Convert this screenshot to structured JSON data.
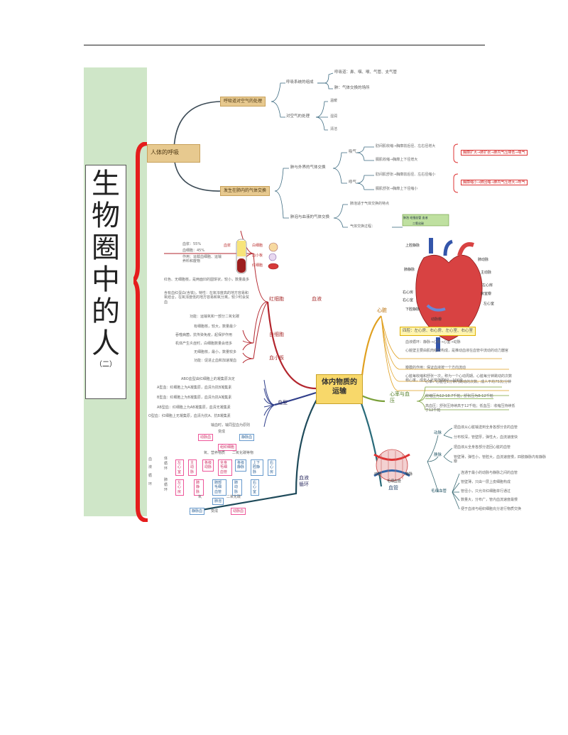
{
  "title": {
    "chars": [
      "生",
      "物",
      "圈",
      "中",
      "的",
      "人"
    ],
    "sub": "（二）"
  },
  "breathing": {
    "root": "人体的呼吸",
    "air": {
      "label": "呼吸道对空气的处理",
      "system_label": "呼吸系统的组成",
      "tract": "呼吸道：鼻、咽、喉、气管、支气管",
      "lung": "肺：气体交换的场所",
      "processing_label": "对空气的处理",
      "processing": [
        "温暖",
        "湿润",
        "清洁"
      ]
    },
    "exchange": {
      "label": "发生在肺内的气体交换",
      "lung_outside": "肺与外界的气体交换",
      "inhale": "吸气",
      "inhale_1": "肋间肌收缩→胸廓前后径、左右径增大",
      "inhale_2": "膈肌收缩→胸廓上下径增大",
      "inhale_result": "胸廓扩大→肺扩张→肺内气压降低→吸气",
      "exhale": "呼气",
      "exhale_1": "肋间肌舒张→胸廓前后径、左右径缩小",
      "exhale_2": "膈肌舒张→胸廓上下径缩小",
      "exhale_result": "胸廓缩小→肺回缩→肺内气压增大→呼气",
      "lung_blood": "肺泡与血液的气体交换",
      "feature": "肺泡适于气体交换的特点",
      "process": "气体交换过程：",
      "process_tag": "肺泡 毛细血管 血液",
      "co2_label": "二氧化碳"
    }
  },
  "transport": {
    "hub": "体内物质的运输",
    "blood": {
      "label": "血液",
      "plasma": "血浆：55%",
      "cells": "血细胞：45%",
      "function": "作用：运载血细胞、运输养料和废物",
      "rbc_label": "红细胞",
      "rbc_1": "红色、无细胞核，是两面凹的圆饼状，较小，数量最多",
      "rbc_2": "含有血红蛋白(含铁)，特性：在氧浓度高的地方容易和氧结合，在氧浓度低的地方容易和氧分离，较少时会贫血",
      "rbc_3": "功能：运输氧和一部分二氧化碳",
      "wbc_label": "白细胞",
      "wbc_1": "有细胞核，较大，数量最少",
      "wbc_2": "吞噬病菌，抗传染免疫，起保护作用",
      "wbc_3": "机体产生炎症时，白细胞数量会增多",
      "plt_label": "血小板",
      "plt_1": "无细胞核，最小，数量较多",
      "plt_2": "功能：促进止血和加速凝血",
      "tube_labels": [
        "血浆",
        "白细胞",
        "血小板",
        "红细胞"
      ]
    },
    "bloodtype": {
      "label": "血型",
      "abo": "ABO血型由红细胞上的凝集原决定",
      "a": "A型血：红细胞上为A凝集原，血清为抗B凝集素",
      "b": "B型血：红细胞上为B凝集原，血清为抗A凝集素",
      "ab": "AB型血：红细胞上为AB凝集原，血清无凝集素",
      "o": "O型血：红细胞上无凝集原，血清为抗A、抗B凝集素",
      "rule": "输血时，输同型血为原则"
    },
    "circulation": {
      "label": "血液循环",
      "side": [
        "血",
        "液",
        "循",
        "环"
      ],
      "body": "体循环",
      "lung": "肺循环",
      "top_a": "动脉血",
      "top_b": "静脉血",
      "change": "变成",
      "cells": "组织细胞",
      "gas": "氧、营养物质",
      "gas2": "二氧化碳等物",
      "nodes": [
        "左心室",
        "主动脉",
        "各级动脉",
        "全身毛细血管",
        "各级静脉",
        "上下腔静脉",
        "右心房"
      ],
      "nodes2": [
        "左心房",
        "肺静脉",
        "肺部毛细血管",
        "肺动脉",
        "右心室"
      ],
      "alveoli": "肺泡",
      "o2": "氧",
      "co2": "二氧化碳",
      "bot_a": "静脉血",
      "bot_b": "动脉血"
    },
    "heart": {
      "label": "心脏",
      "parts": [
        "上腔静脉",
        "肺动脉",
        "主动脉",
        "肺静脉",
        "左心房",
        "右心房",
        "房室瓣",
        "右心室",
        "左心室",
        "下腔静脉",
        "动脉瓣"
      ],
      "n1": "四腔：左心房、右心房、左心室、右心室",
      "n2": "血液循环：静脉→心房→心室→动脉",
      "n3": "心脏壁主要由肌肉组织构成，是推动血液在血管中流动的动力器官",
      "n4": "瓣膜的作用：保证血液按一个方向流动",
      "n5": "心脏每收缩和舒张一次，称为一个心动周期。心脏每分钟跳动的次数称心率，成年人正常范围60－100次"
    },
    "heartbeat": {
      "label": "心率与血压",
      "rate": "心率：心脏在1分钟内跳动的次数。成人平均75次/分钟",
      "bp1": "收缩压为12-18.7千帕，舒张压为8-12千帕",
      "bp2": "高血压：舒张压持续高于12千帕；低血压：收缩压持续低于12千帕"
    },
    "vessels": {
      "label": "血管",
      "artery_label": "动脉",
      "artery_1": "把血液从心脏输送到全身各部分去的血管",
      "artery_2": "分布较深，管壁厚，弹性大，血流速度快",
      "vein_label": "静脉",
      "vein_1": "把血液从全身各部分送回心脏的血管",
      "vein_2": "管壁薄，弹性小，管腔大，血流速度慢，四肢静脉内有静脉瓣",
      "capillary_label": "毛细血管",
      "cap_1": "连通于最小的动脉与静脉之间的血管",
      "cap_2": "管壁薄，只由一层上皮细胞构成",
      "cap_3": "管径小，只允许红细胞单行通过",
      "cap_4": "数量大，分布广，管内血流速度最慢",
      "cap_5": "便于血液与组织细胞充分进行物质交换",
      "img_labels": [
        "动脉",
        "毛细血管",
        "静脉"
      ]
    }
  },
  "colors": {
    "sidebar": "#cfe6c8",
    "brace": "#e51c1c",
    "tan": "#e7c98f",
    "hub": "#f8d86a",
    "red_branch": "#b3262e",
    "blue_branch": "#2f3e8a",
    "orange_branch": "#e0a020",
    "green_branch": "#7aa03a",
    "dark_branch": "#1e4a5a"
  }
}
